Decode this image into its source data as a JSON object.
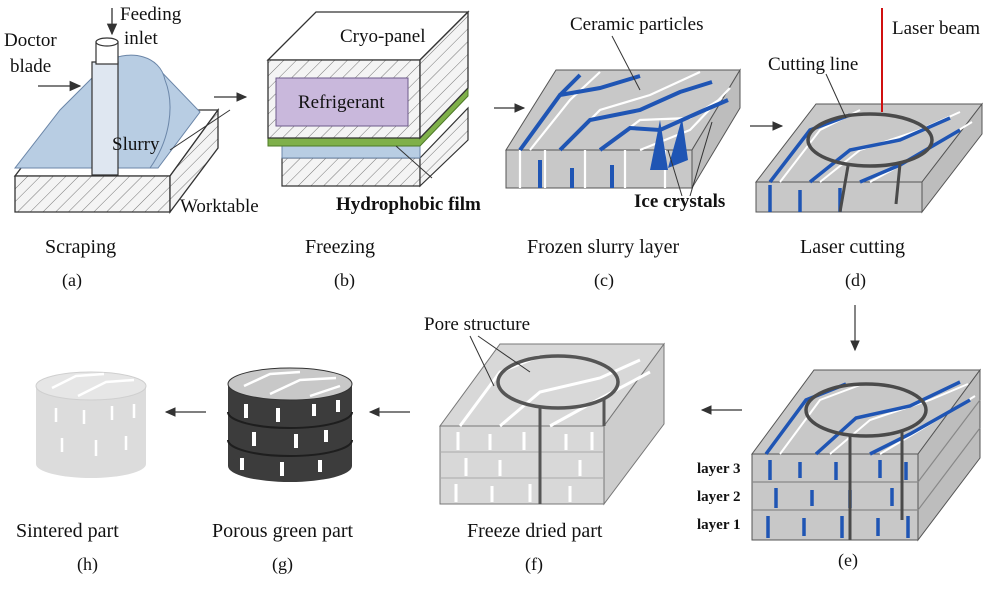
{
  "panels": {
    "a": {
      "caption": "Scraping",
      "letter": "(a)",
      "labels": {
        "doctor": "Doctor",
        "blade": "blade",
        "feeding": "Feeding",
        "inlet": "inlet",
        "slurry": "Slurry",
        "worktable": "Worktable"
      }
    },
    "b": {
      "caption": "Freezing",
      "letter": "(b)",
      "labels": {
        "cryo": "Cryo-panel",
        "refrigerant": "Refrigerant",
        "hydrophobic": "Hydrophobic film"
      }
    },
    "c": {
      "caption": "Frozen slurry layer",
      "letter": "(c)",
      "labels": {
        "ceramic": "Ceramic particles",
        "ice": "Ice crystals"
      }
    },
    "d": {
      "caption": "Laser cutting",
      "letter": "(d)",
      "labels": {
        "laser": "Laser beam",
        "cutting": "Cutting line"
      }
    },
    "e": {
      "letter": "(e)",
      "labels": {
        "layer3": "layer 3",
        "layer2": "layer 2",
        "layer1": "layer 1"
      }
    },
    "f": {
      "caption": "Freeze dried part",
      "letter": "(f)",
      "labels": {
        "pore": "Pore structure"
      }
    },
    "g": {
      "caption": "Porous green part",
      "letter": "(g)"
    },
    "h": {
      "caption": "Sintered part",
      "letter": "(h)"
    }
  },
  "colors": {
    "slurry": "#b8cde3",
    "refrigerant": "#c9b8dc",
    "film": "#7fb04a",
    "ice": "#1f55b4",
    "block": "#c8c8c8",
    "dark": "#3c3c3c",
    "cut": "#4a4a4a"
  }
}
